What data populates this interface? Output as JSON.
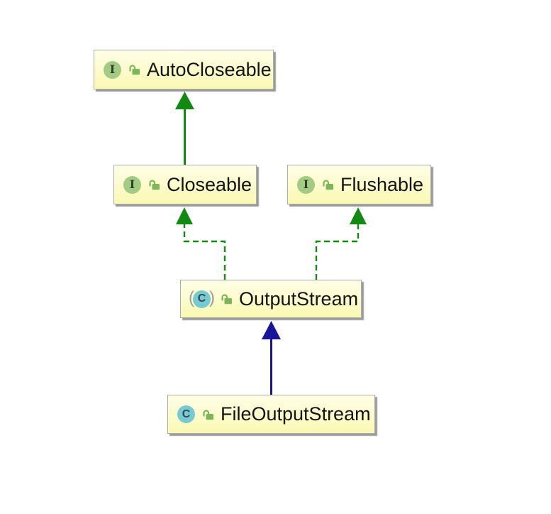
{
  "diagram_type": "uml-class-hierarchy",
  "nodes": [
    {
      "label": "AutoCloseable",
      "kind": "interface",
      "icon_letter": "I",
      "visibility": "public"
    },
    {
      "label": "Closeable",
      "kind": "interface",
      "icon_letter": "I",
      "visibility": "public"
    },
    {
      "label": "Flushable",
      "kind": "interface",
      "icon_letter": "I",
      "visibility": "public"
    },
    {
      "label": "OutputStream",
      "kind": "abstract-class",
      "icon_letter": "C",
      "visibility": "public"
    },
    {
      "label": "FileOutputStream",
      "kind": "class",
      "icon_letter": "C",
      "visibility": "public"
    }
  ],
  "edges": [
    {
      "from": "Closeable",
      "to": "AutoCloseable",
      "relation": "extends",
      "line": "solid",
      "color": "#128a12"
    },
    {
      "from": "OutputStream",
      "to": "Closeable",
      "relation": "implements",
      "line": "dashed",
      "color": "#128a12"
    },
    {
      "from": "OutputStream",
      "to": "Flushable",
      "relation": "implements",
      "line": "dashed",
      "color": "#128a12"
    },
    {
      "from": "FileOutputStream",
      "to": "OutputStream",
      "relation": "extends",
      "line": "solid",
      "color": "#16169b"
    }
  ],
  "icons": {
    "paren_left": "(",
    "paren_right": ")"
  },
  "colors": {
    "node-fill-top": "#fffee8",
    "node-fill-bottom": "#faf9b2",
    "node-border": "#acacac",
    "node-shadow": "#9b9b9b",
    "interface-icon-green": "#a3cb83",
    "interface-letter-color": "#2f3f2f",
    "lock-green": "#7db55a",
    "class-icon-teal": "#76cbd2",
    "class-letter-color": "#37474f",
    "paren-gray": "#9e9e9e",
    "edge-green": "#128a12",
    "edge-navy": "#16169b",
    "label-color": "#141414"
  }
}
